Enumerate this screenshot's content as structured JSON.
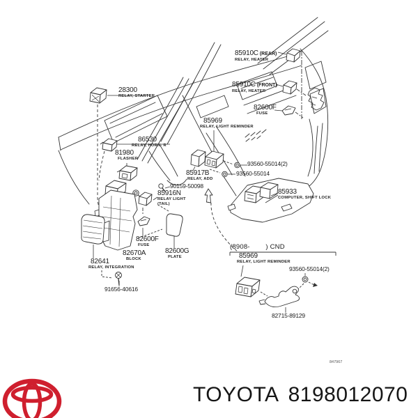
{
  "diagram": {
    "doc_number": "847967",
    "cnd_box_label": "(8908-        ) CND",
    "callouts": [
      {
        "num": "28300",
        "sub": "RELAY, STARTER"
      },
      {
        "num": "85910C",
        "suffix": "(REAR)",
        "sub": "RELAY, HEATER"
      },
      {
        "num": "85910C",
        "suffix": "(FRONT)",
        "sub": "RELAY, HEATER"
      },
      {
        "num": "82600F",
        "sub": "FUSE"
      },
      {
        "num": "85969",
        "sub": "RELAY, LIGHT REMINDER"
      },
      {
        "num": "86530",
        "sub": "RELAY, HORN- R"
      },
      {
        "num": "81980",
        "sub": "FLASHER"
      },
      {
        "num": "85917B",
        "sub": "RELAY, ADD"
      },
      {
        "num": "93560-55014(2)"
      },
      {
        "num": "93560-55014"
      },
      {
        "num": "90159-50098"
      },
      {
        "num": "85916N",
        "sub": "RELAY LIGHT",
        "sub2": "(TAIL)"
      },
      {
        "num": "85933",
        "sub": "COMPUTER, SHIFT LOCK"
      },
      {
        "num": "82600F",
        "sub": "FUSE"
      },
      {
        "num": "82670A",
        "sub": "BLOCK"
      },
      {
        "num": "82600G",
        "sub": "PLATE"
      },
      {
        "num": "82641",
        "sub": "RELAY, INTEGRATION"
      },
      {
        "num": "91656-40616"
      },
      {
        "num": "85969",
        "sub": "RELAY, LIGHT REMINDER"
      },
      {
        "num": "93560-55014(2)"
      },
      {
        "num": "82715-89129"
      }
    ],
    "colors": {
      "line": "#333333",
      "text": "#1b1b1b"
    }
  },
  "footer": {
    "brand": "TOYOTA",
    "part_number": "8198012070",
    "logo_icon": "toyota-emblem",
    "logo_color": "#cf1f2e"
  }
}
